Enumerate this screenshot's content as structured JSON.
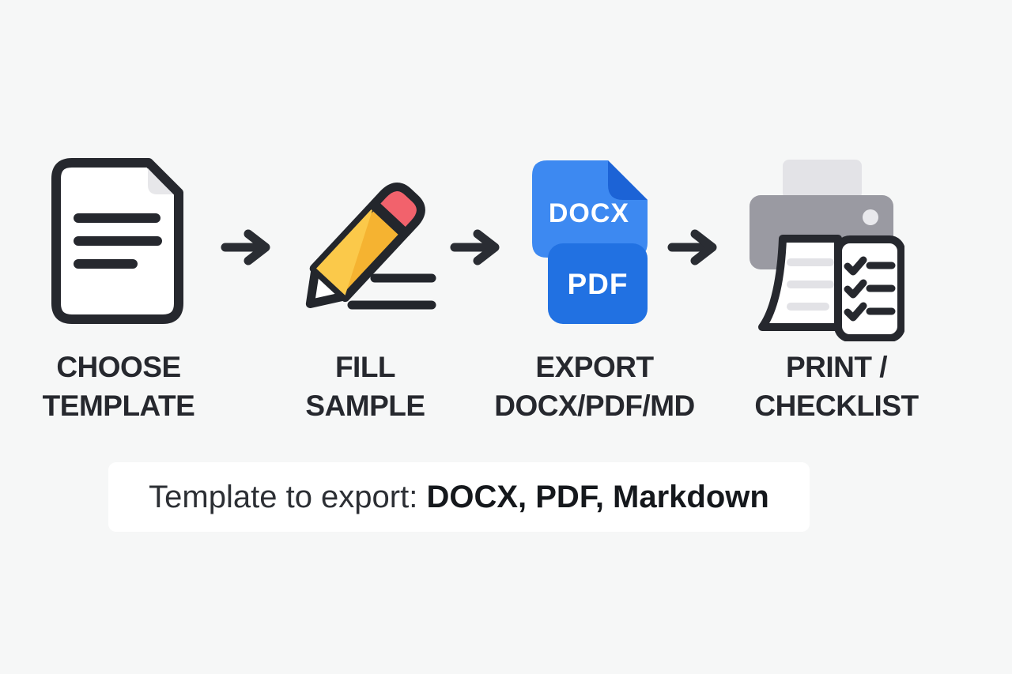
{
  "steps": [
    {
      "line1": "CHOOSE",
      "line2": "TEMPLATE"
    },
    {
      "line1": "FILL",
      "line2": "SAMPLE"
    },
    {
      "line1": "EXPORT",
      "line2": "DOCX/PDF/MD"
    },
    {
      "line1": "PRINT /",
      "line2": "CHECKLIST"
    }
  ],
  "badges": {
    "back": "DOCX",
    "front": "PDF"
  },
  "caption": {
    "prefix": "Template to export: ",
    "bold": "DOCX, PDF, Markdown"
  },
  "icons": {
    "step1": "document-icon",
    "step2": "pencil-icon",
    "step3": "docx-pdf-files-icon",
    "step4": "printer-checklist-icon",
    "connector": "arrow-right-icon"
  },
  "colors": {
    "background": "#F6F7F7",
    "ink": "#26282E",
    "document_fold_gray": "#E7E7EA",
    "pencil_yellow": "#F5B331",
    "pencil_highlight": "#FBC94A",
    "eraser_red": "#F2626C",
    "pencil_tip": "#FFFFFF",
    "docx_blue": "#3D89F1",
    "docx_fold_blue": "#1C63D6",
    "pdf_blue": "#2171E2",
    "printer_gray": "#9A9AA2",
    "printer_tray_gray": "#E3E3E7",
    "paper_line_gray": "#E2E2E6",
    "caption_bg": "#FFFFFF"
  }
}
